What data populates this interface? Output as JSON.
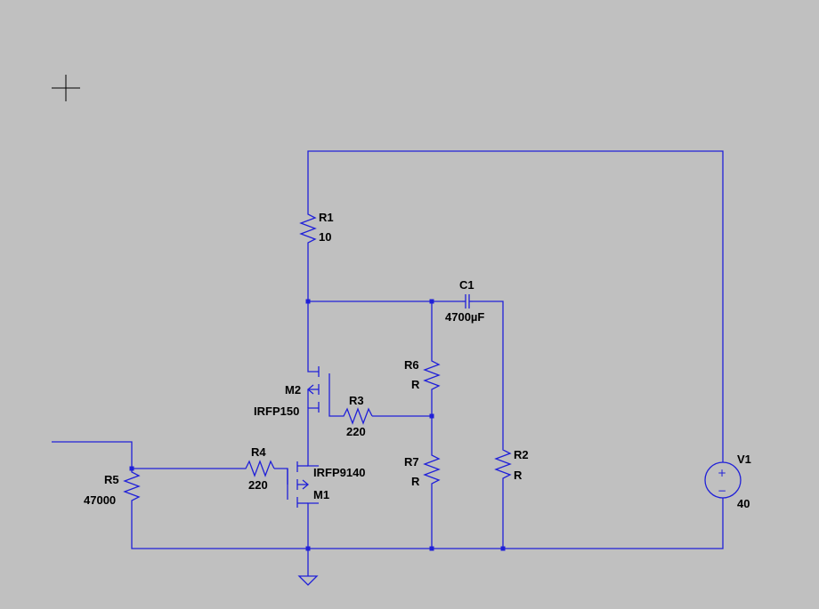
{
  "colors": {
    "background": "#c0c0c0",
    "wire": "#2020d8",
    "text": "#000000"
  },
  "components": {
    "R1": {
      "ref": "R1",
      "value": "10"
    },
    "R2": {
      "ref": "R2",
      "value": "R"
    },
    "R3": {
      "ref": "R3",
      "value": "220"
    },
    "R4": {
      "ref": "R4",
      "value": "220"
    },
    "R5": {
      "ref": "R5",
      "value": "47000"
    },
    "R6": {
      "ref": "R6",
      "value": "R"
    },
    "R7": {
      "ref": "R7",
      "value": "R"
    },
    "C1": {
      "ref": "C1",
      "value": "4700µF"
    },
    "M1": {
      "ref": "M1",
      "value": "IRFP9140"
    },
    "M2": {
      "ref": "M2",
      "value": "IRFP150"
    },
    "V1": {
      "ref": "V1",
      "value": "40"
    }
  },
  "source_polarity": {
    "plus": "+",
    "minus": "−"
  }
}
